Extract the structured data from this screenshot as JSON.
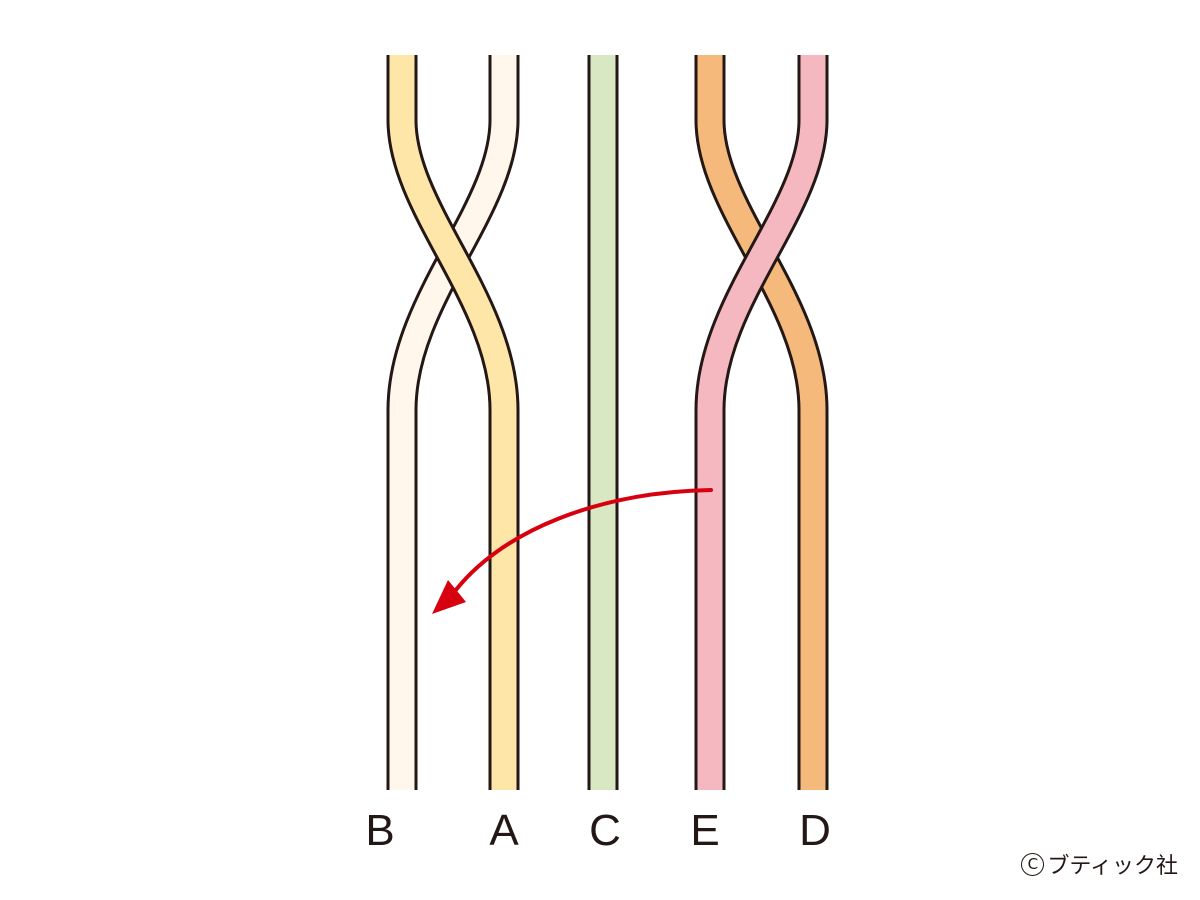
{
  "strands": [
    {
      "label": "B",
      "color": "#fff7ec"
    },
    {
      "label": "A",
      "color": "#fde6a8"
    },
    {
      "label": "C",
      "color": "#d7e8c3"
    },
    {
      "label": "E",
      "color": "#f6b8c0"
    },
    {
      "label": "D",
      "color": "#f5b97c"
    }
  ],
  "arrow_color": "#d7000f",
  "outline_color": "#231815",
  "copyright": {
    "symbol": "C",
    "text": "ブティック社"
  }
}
